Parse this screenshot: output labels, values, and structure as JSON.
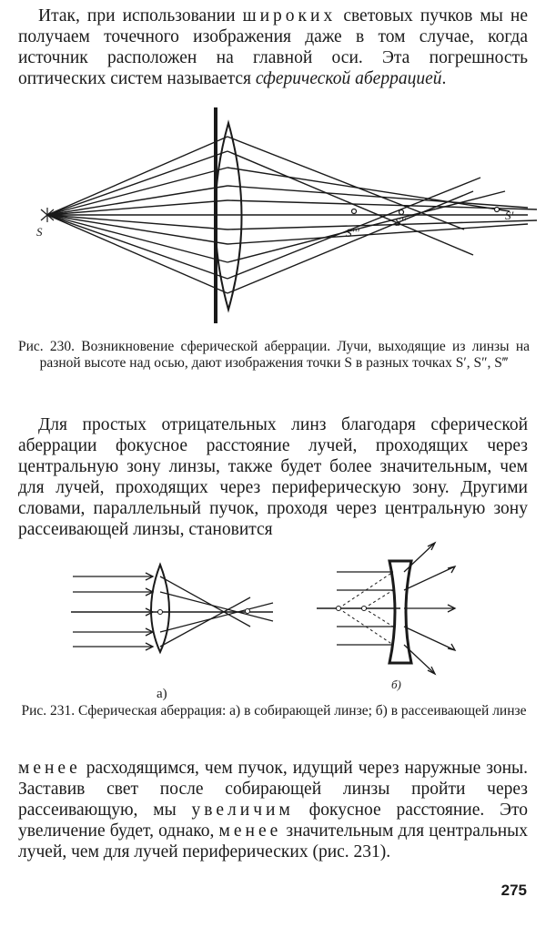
{
  "para1": {
    "a": "Итак, при использовании ",
    "b": "широких",
    "c": " световых пучков мы не получаем точечного изображения даже в том случае, когда источник расположен на главной оси. Эта погрешность оптических систем называется ",
    "d": "сферической аберрацией",
    "e": "."
  },
  "fig230": {
    "label_s": "S",
    "label_s1": "S'",
    "label_s2": "S''",
    "label_s3": "S'''",
    "caption": "Рис. 230. Возникновение сферической аберрации. Лучи, выходящие из линзы на разной высоте над осью, дают изображения точки S в разных точках S′, S″, S‴"
  },
  "para2": "Для простых отрицательных линз благодаря сферической аберрации фокусное расстояние лучей, проходящих через центральную зону линзы, также будет более значительным, чем для лучей, проходящих через периферическую зону. Другими словами, параллельный пучок, проходя через центральную зону рассеивающей линзы, становится",
  "fig231": {
    "label_a": "a)",
    "label_b": "б)",
    "caption": "Рис. 231. Сферическая аберрация: а) в собирающей линзе; б) в рассеивающей линзе"
  },
  "para3": {
    "a": "менее",
    "b": " расходящимся, чем пучок, идущий через наружные зоны. Заставив свет после собирающей линзы пройти через рассеивающую, мы ",
    "c": "увеличим",
    "d": " фокусное расстояние. Это увеличение будет, однако, ",
    "e": "менее",
    "f": " значительным для центральных лучей, чем для лучей периферических (рис. 231)."
  },
  "page_number": "275"
}
